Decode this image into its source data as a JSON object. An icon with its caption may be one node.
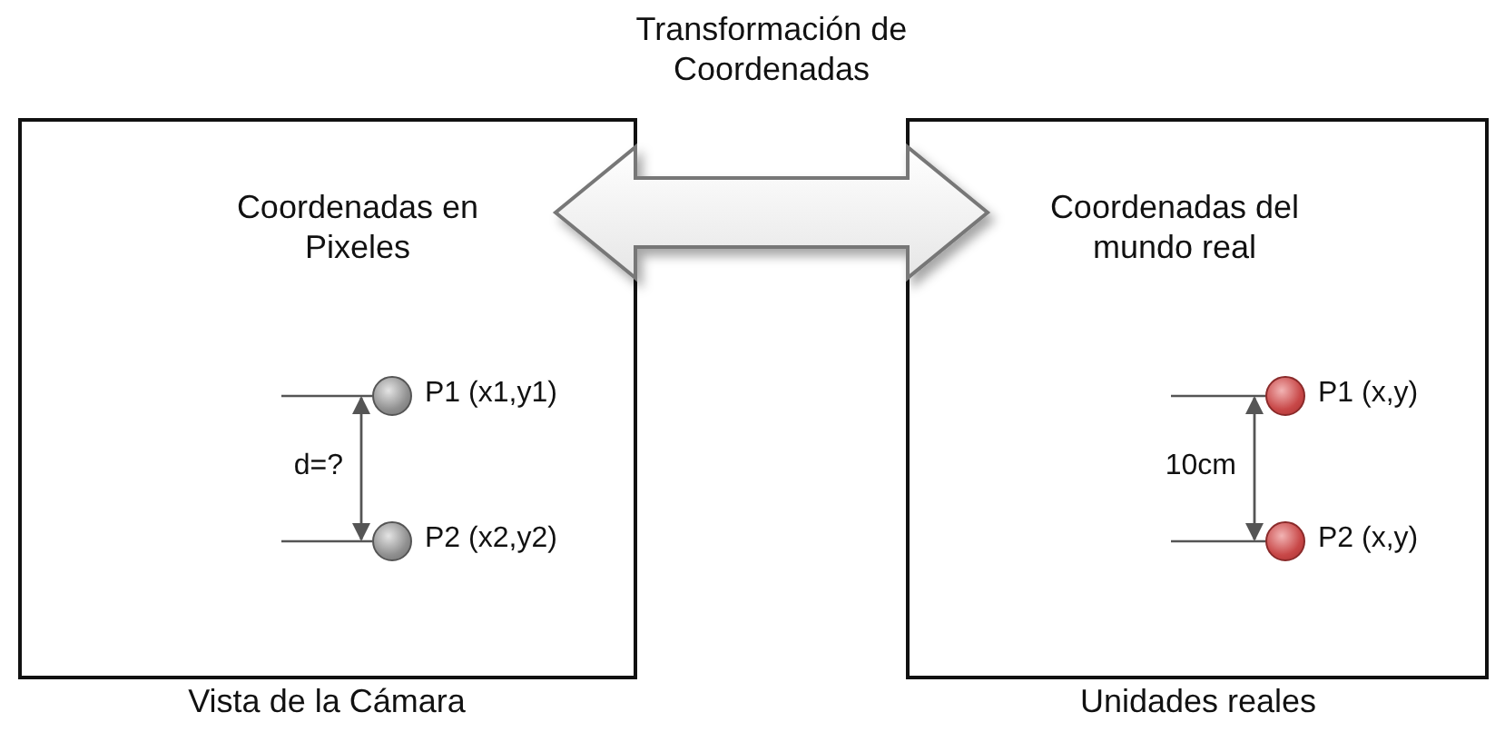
{
  "diagram": {
    "nodes": [
      {
        "text": [
          "Coordenadas en Pixeles"
        ],
        "beside": [
          "Vista de la Cámara"
        ]
      },
      {
        "text": [
          "Coordenadas del mundo real"
        ],
        "beside": [
          "Unidades reales"
        ]
      },
      {
        "text": [],
        "shape": "circle",
        "in": 0,
        "beside": [
          "P1 (x1,y1)"
        ]
      },
      {
        "text": [],
        "shape": "circle",
        "in": 0,
        "beside": [
          "P2 (x2,y2)"
        ]
      },
      {
        "text": [],
        "shape": "circle",
        "in": 1,
        "beside": [
          "P1 (x,y)"
        ]
      },
      {
        "text": [],
        "shape": "circle",
        "in": 1,
        "beside": [
          "P2 (x,y)"
        ]
      }
    ],
    "edges": [
      {
        "from": 0,
        "to": 1,
        "arrow": "both",
        "style": "thick",
        "label": "Transformación de Coordenadas"
      },
      {
        "from": 2,
        "to": 3,
        "arrow": "both",
        "label": "d=?"
      },
      {
        "from": 4,
        "to": 5,
        "arrow": "both",
        "label": "10cm"
      }
    ]
  }
}
